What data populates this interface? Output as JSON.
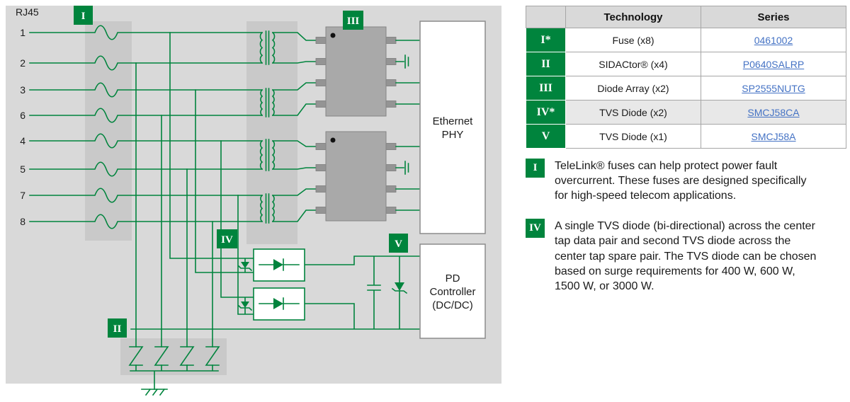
{
  "colors": {
    "green": "#00843D",
    "diagram_bg": "#d9d9d9",
    "block_gray": "#c9c9c9",
    "header_gray": "#d9d9d9",
    "link_blue": "#4472C4",
    "shaded_row": "#e8e8e8"
  },
  "diagram": {
    "rj45_label": "RJ45",
    "pins": [
      "1",
      "2",
      "3",
      "6",
      "4",
      "5",
      "7",
      "8"
    ],
    "badges": {
      "i": "I",
      "ii": "II",
      "iii": "III",
      "iv": "IV",
      "v": "V"
    },
    "phy": {
      "line1": "Ethernet",
      "line2": "PHY"
    },
    "pd": {
      "line1": "PD",
      "line2": "Controller",
      "line3": "(DC/DC)"
    }
  },
  "table": {
    "header": {
      "technology": "Technology",
      "series": "Series"
    },
    "rows": [
      {
        "roman": "I*",
        "technology": "Fuse (x8)",
        "series": "0461002"
      },
      {
        "roman": "II",
        "technology": "SIDACtor® (x4)",
        "series": "P0640SALRP"
      },
      {
        "roman": "III",
        "technology": "Diode Array (x2)",
        "series": "SP2555NUTG"
      },
      {
        "roman": "IV*",
        "technology": "TVS Diode (x2)",
        "series": "SMCJ58CA"
      },
      {
        "roman": "V",
        "technology": "TVS Diode (x1)",
        "series": "SMCJ58A"
      }
    ]
  },
  "notes": [
    {
      "badge": "I",
      "text": "TeleLink® fuses can help protect power fault overcurrent. These fuses are designed specifically for high-speed telecom applications."
    },
    {
      "badge": "IV",
      "text": "A single TVS diode (bi-directional) across the center tap data pair and second TVS diode across the center tap spare pair. The TVS diode can be chosen based on surge requirements for 400 W, 600 W, 1500 W, or 3000 W."
    }
  ]
}
